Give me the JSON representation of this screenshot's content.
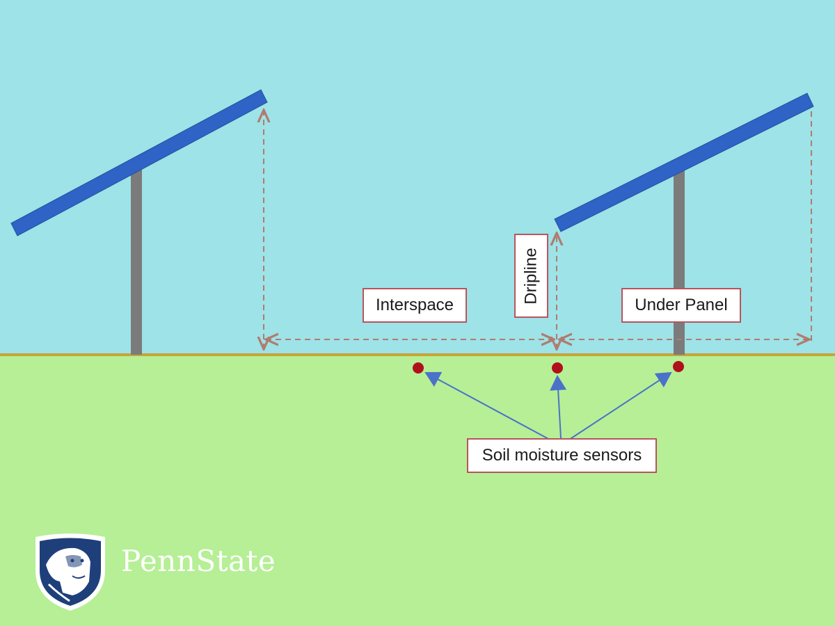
{
  "labels": {
    "interspace": "Interspace",
    "dripline": "Dripline",
    "under_panel": "Under Panel",
    "sensors": "Soil moisture sensors"
  },
  "brand": {
    "name": "PennState"
  },
  "colors": {
    "sky": "#9de3e7",
    "grass": "#b6ef96",
    "ground_line": "#c9a437",
    "panel": "#2f63c6",
    "post": "#7b7b7b",
    "dimension_line": "#b07b70",
    "sensor": "#b0101a",
    "arrow": "#4a72c8",
    "label_border": "#b9545c",
    "shield": "#1e3f7a"
  }
}
